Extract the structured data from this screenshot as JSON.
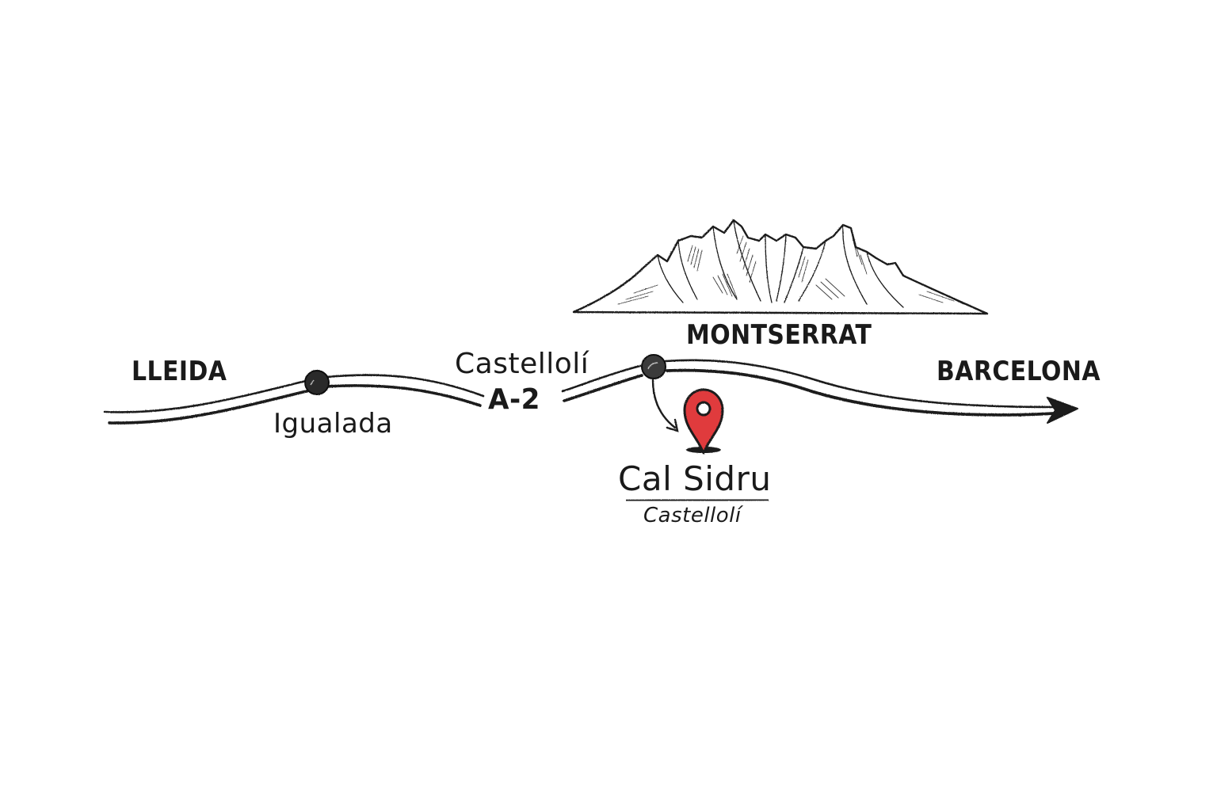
{
  "map": {
    "style": "hand-drawn sketch route map",
    "colors": {
      "ink": "#1a1a1a",
      "pin_red": "#e03a3e",
      "pin_outline": "#1a1a1a",
      "background": "#ffffff"
    },
    "origin": {
      "label": "LLEIDA"
    },
    "destination_city": {
      "label": "BARCELONA"
    },
    "landmark": {
      "label": "MONTSERRAT",
      "icon": "mountain-range-icon"
    },
    "waypoints": [
      {
        "label": "Igualada",
        "icon": "waypoint-dot-icon"
      },
      {
        "label": "Castellolí",
        "icon": "waypoint-dot-icon"
      }
    ],
    "road": {
      "label": "A-2",
      "exit_label": "Castellolí",
      "direction_icon": "arrow-right-icon"
    },
    "destination": {
      "name": "Cal Sidru",
      "locality": "Castellolí",
      "icon": "location-pin-icon"
    }
  }
}
